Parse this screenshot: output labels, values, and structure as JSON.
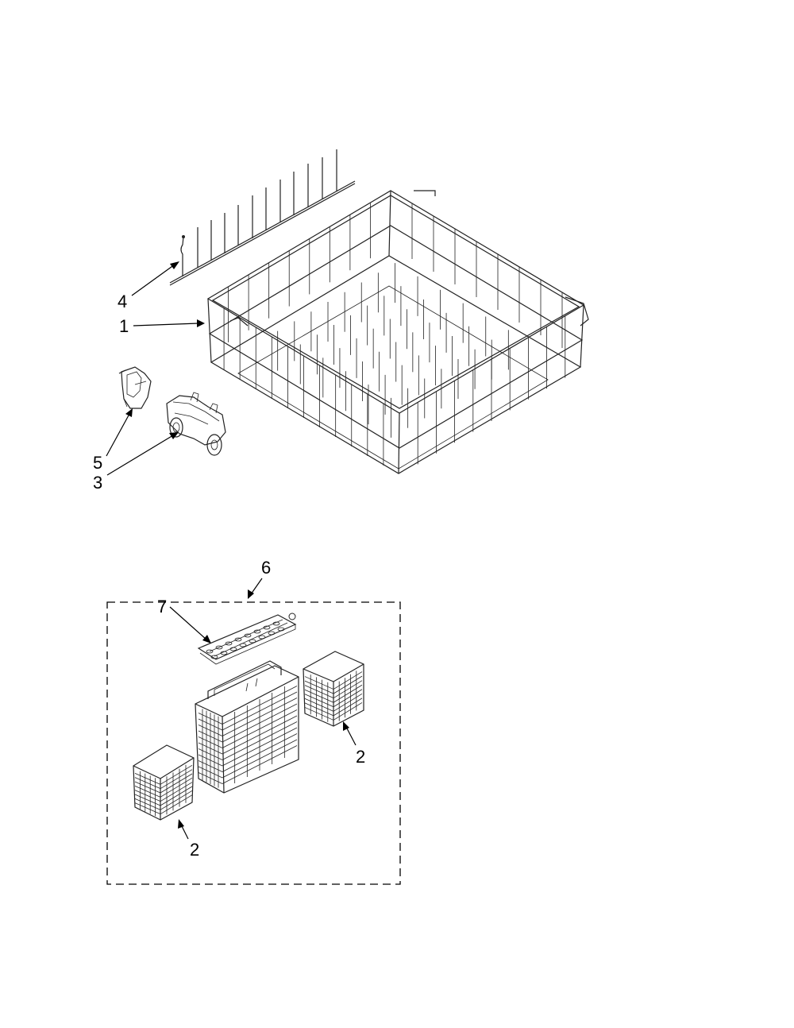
{
  "callouts": {
    "c1": "1",
    "c2a": "2",
    "c2b": "2",
    "c3": "3",
    "c4": "4",
    "c5": "5",
    "c6": "6",
    "c7": "7"
  },
  "colors": {
    "line": "#000000",
    "background": "#ffffff"
  }
}
